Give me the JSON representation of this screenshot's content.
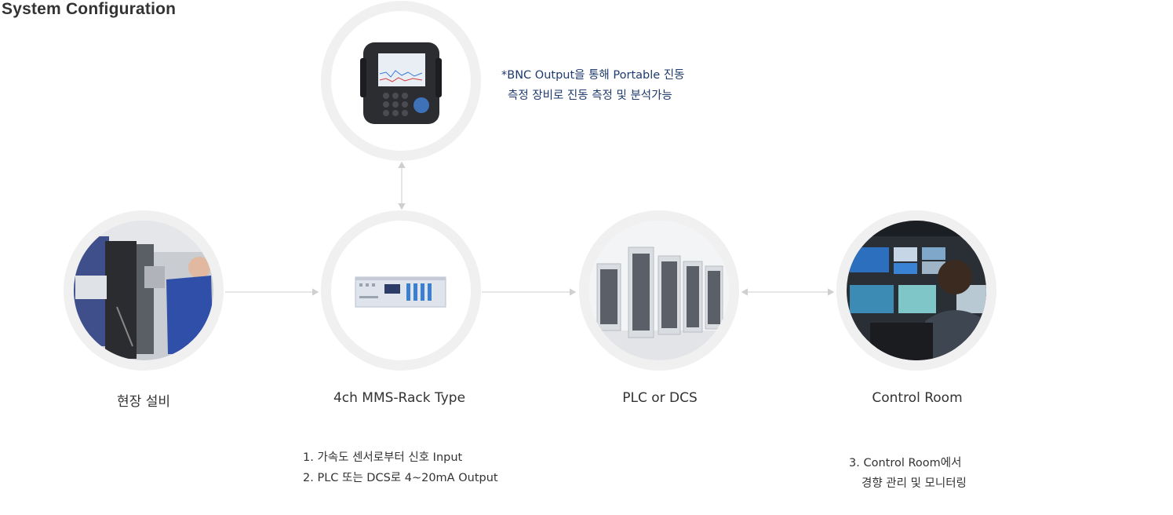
{
  "title": "System Configuration",
  "nodes": [
    {
      "label": "현장 설비",
      "icon": "field-equipment-photo"
    },
    {
      "label": "4ch MMS-Rack Type",
      "icon": "rack-unit-photo"
    },
    {
      "label": "PLC or DCS",
      "icon": "server-racks-photo"
    },
    {
      "label": "Control Room",
      "icon": "control-room-photo"
    },
    {
      "label": "",
      "icon": "portable-analyzer-photo"
    }
  ],
  "notes": {
    "portable": [
      "*BNC Output을 통해 Portable 진동",
      "측정 장비로 진동 측정 및 분석가능"
    ],
    "rack": [
      "1. 가속도 센서로부터 신호 Input",
      "2. PLC 또는 DCS로 4~20mA Output"
    ],
    "control": [
      "3. Control Room에서",
      "경향 관리 및 모니터링"
    ]
  },
  "colors": {
    "ring": "#f0f0f0",
    "connector": "#d6d6d6",
    "note_blue": "#1e3a6e"
  }
}
